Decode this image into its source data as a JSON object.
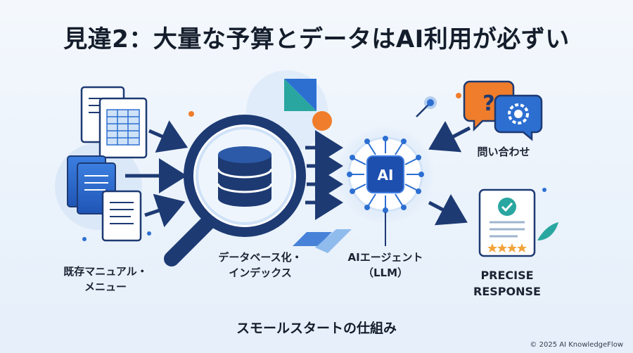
{
  "title": "見違2：大量な予算とデータはAI利用が必ずい",
  "labels": {
    "manuals": [
      "既存マニュアル・",
      "メニュー"
    ],
    "database": [
      "データベース化・",
      "インデックス"
    ],
    "agent": [
      "AIエージェント",
      "（LLM）"
    ],
    "inquiry": "問い合わせ",
    "response": [
      "PRECISE",
      "RESPONSE"
    ]
  },
  "badge": {
    "text": "AI"
  },
  "caption": "スモールスタートの仕組み",
  "copyright": "© 2025 AI KnowledgeFlow",
  "icons": [
    "document-icon",
    "spreadsheet-icon",
    "magnifier-icon",
    "database-icon",
    "ai-chip-icon",
    "question-bubble-icon",
    "gear-icon",
    "response-doc-icon",
    "check-icon",
    "star-icon"
  ],
  "colors": {
    "navy": "#1d3a73",
    "blue": "#2c6fd1",
    "light_blue": "#cfe2f7",
    "orange": "#f07d2b",
    "teal": "#2aa6a0",
    "star": "#f2a33a"
  }
}
